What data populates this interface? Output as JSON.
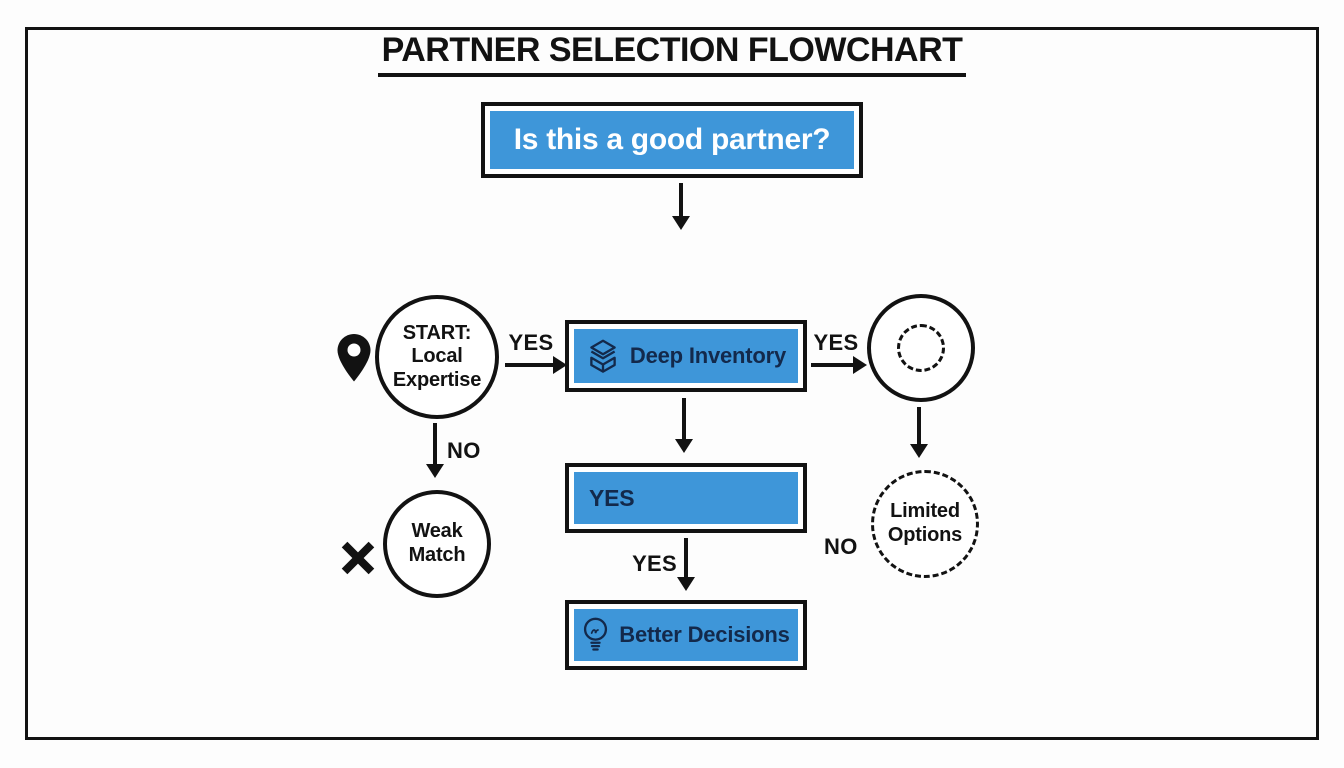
{
  "colors": {
    "accent_blue": "#3e96d9",
    "navy_text": "#13294b",
    "ink_black": "#121212"
  },
  "title": "PARTNER SELECTION FLOWCHART",
  "question_box": {
    "label": "Is this a good partner?"
  },
  "nodes": {
    "start_circle": {
      "label": "START:\nLocal\nExpertise",
      "icon": "location-pin-icon"
    },
    "deep_inventory_box": {
      "label": "Deep Inventory",
      "icon": "layers-stack-icon"
    },
    "evaluate_circle": {
      "icon": "dashed-inner-circle"
    },
    "weak_match_circle": {
      "label": "Weak\nMatch",
      "icon": "x-mark-icon"
    },
    "yes_box": {
      "label": "YES"
    },
    "better_decisions_box": {
      "label": "Better Decisions",
      "icon": "lightbulb-icon"
    },
    "limited_options_circle": {
      "label": "Limited\nOptions"
    }
  },
  "edge_labels": {
    "start_to_deep_inventory": "YES",
    "deep_inventory_to_evaluate": "YES",
    "start_to_weak_match": "NO",
    "yes_to_better_decisions": "YES",
    "evaluate_to_limited_options": "NO"
  }
}
